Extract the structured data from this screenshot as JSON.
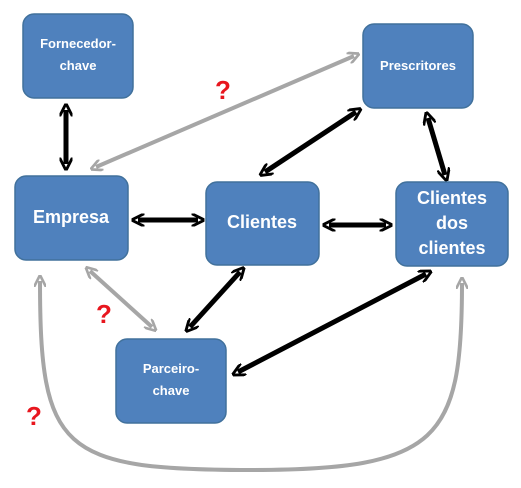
{
  "colors": {
    "node_fill": "#4f81bd",
    "node_border": "#41719c",
    "node_text": "#ffffff",
    "strong_link": "#000000",
    "weak_link": "#a6a6a6",
    "question_mark": "#e8161e"
  },
  "nodes": {
    "fornecedor": {
      "lines": [
        "Fornecedor-",
        "chave"
      ]
    },
    "prescritores": {
      "lines": [
        "Prescritores"
      ]
    },
    "empresa": {
      "lines": [
        "Empresa"
      ]
    },
    "clientes": {
      "lines": [
        "Clientes"
      ]
    },
    "clientes_dos_clientes": {
      "lines": [
        "Clientes",
        "dos",
        "clientes"
      ]
    },
    "parceiro": {
      "lines": [
        "Parceiro-",
        "chave"
      ]
    }
  },
  "question_marks": {
    "empresa_prescritores": "?",
    "empresa_parceiro": "?",
    "empresa_clientes_dos_clientes": "?"
  }
}
